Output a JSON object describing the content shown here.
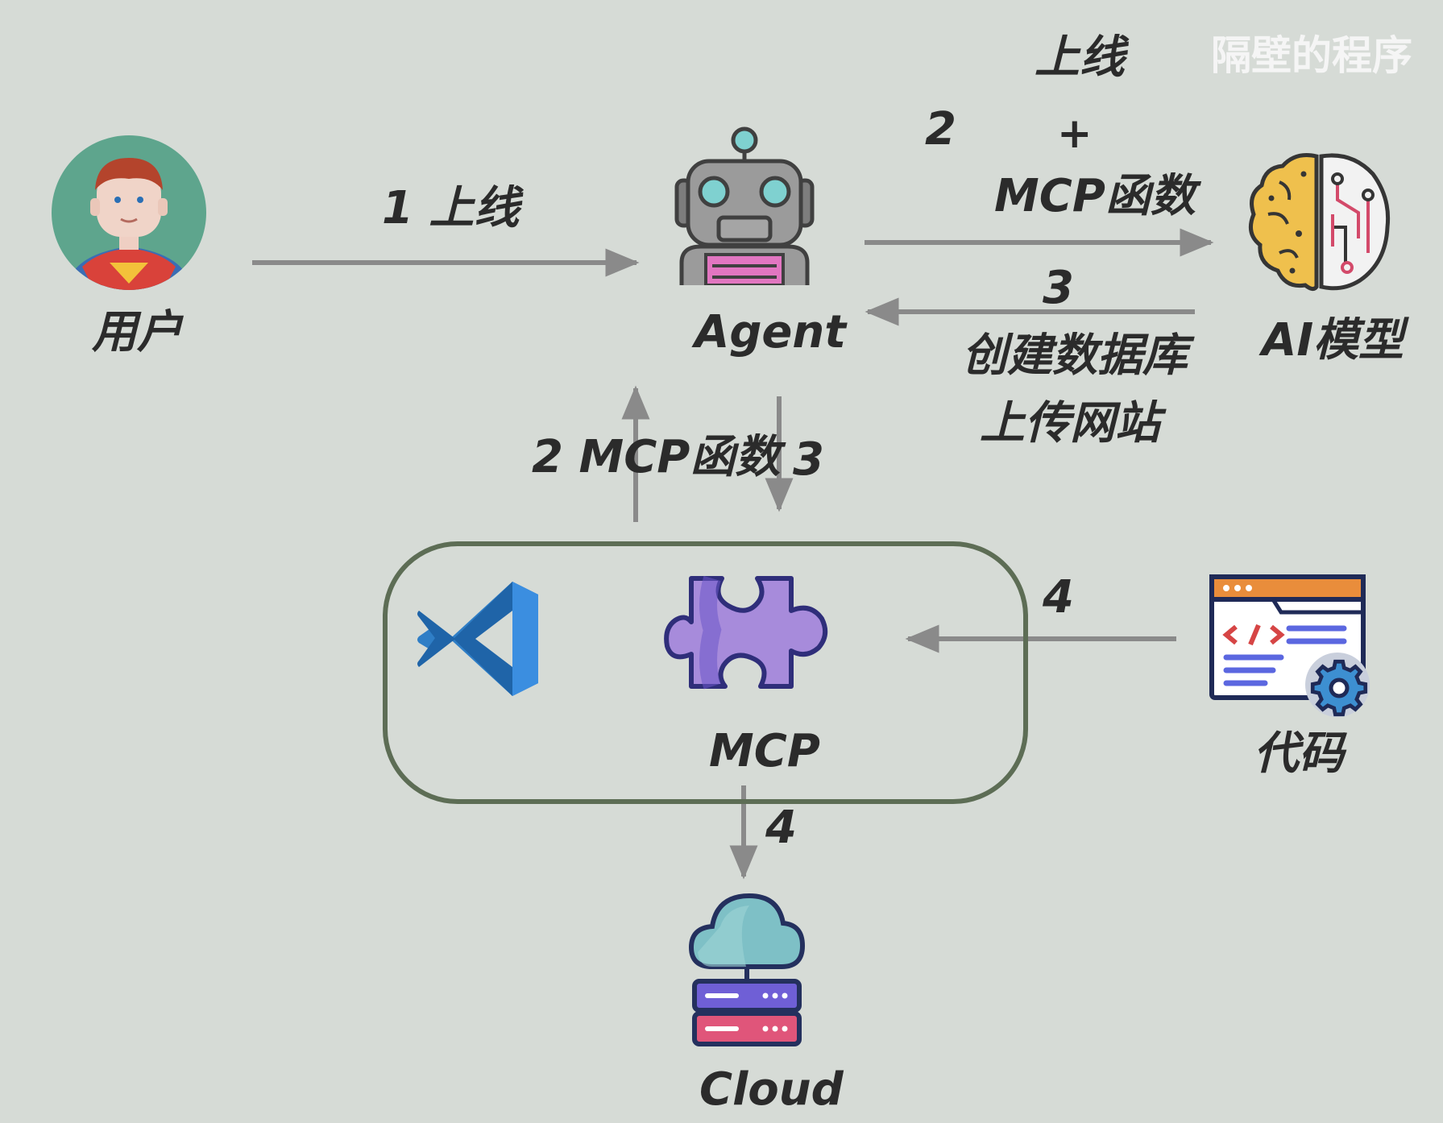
{
  "watermark": "隔壁的程序",
  "nodes": {
    "user": "用户",
    "agent": "Agent",
    "ai_model": "AI模型",
    "mcp": "MCP",
    "code": "代码",
    "cloud": "Cloud"
  },
  "edges": {
    "user_to_agent": "1 上线",
    "agent_to_ai_num": "2",
    "agent_to_ai_line1": "上线",
    "agent_to_ai_line2": "+",
    "agent_to_ai_line3": "MCP函数",
    "ai_to_agent_num": "3",
    "ai_to_agent_line1": "创建数据库",
    "ai_to_agent_line2": "上传网站",
    "mcp_to_agent": "2 MCP函数",
    "agent_to_mcp": "3",
    "code_to_mcp": "4",
    "mcp_to_cloud": "4"
  },
  "colors": {
    "background": "#d6dbd6",
    "arrow": "#8a8a8a",
    "frame": "#5d6d55",
    "text": "#2b2b2b"
  }
}
